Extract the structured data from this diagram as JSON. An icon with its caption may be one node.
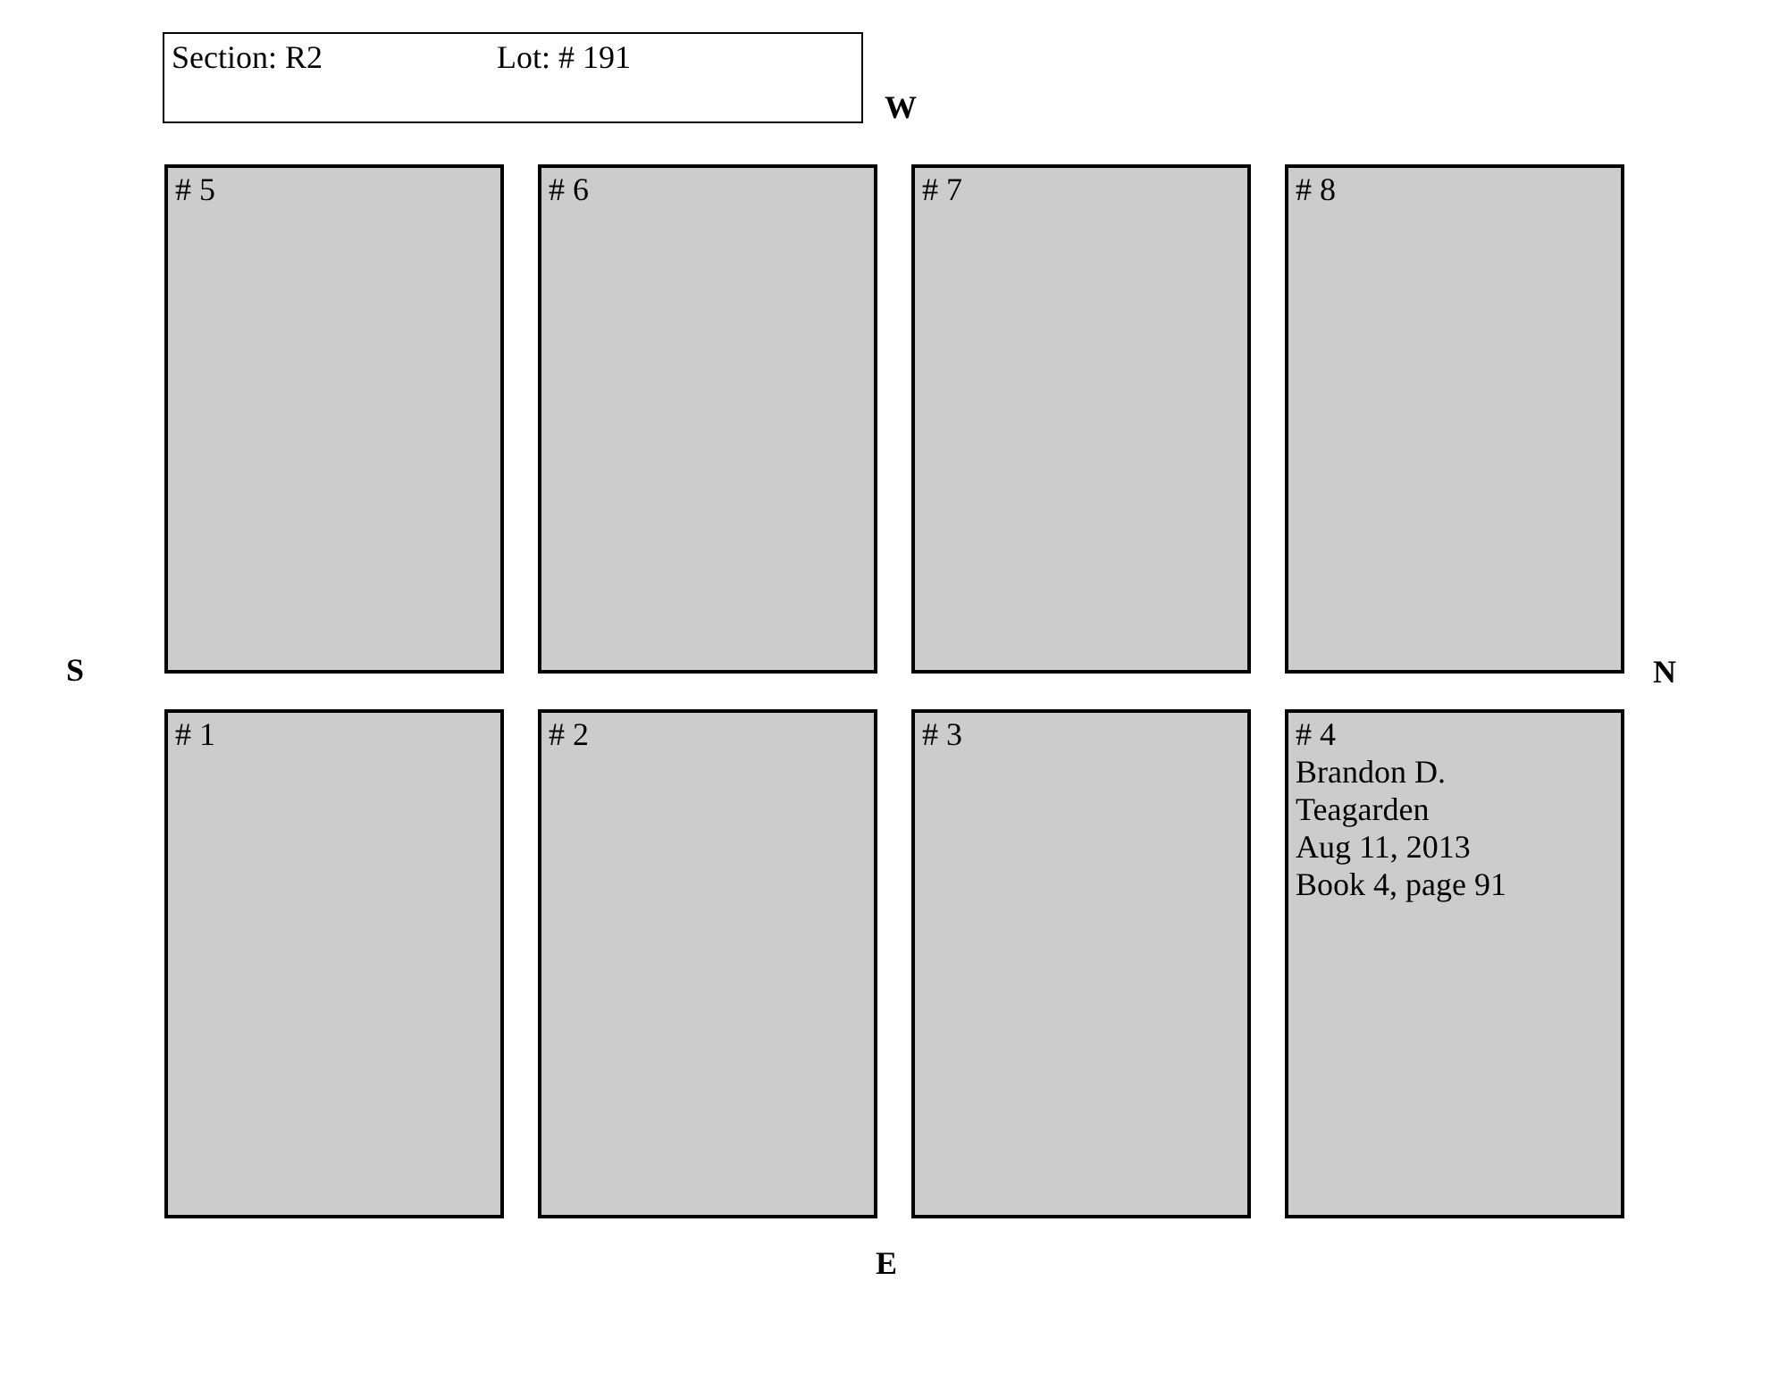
{
  "diagram": {
    "nodes": [
      {
        "text": [
          "Section: R2",
          "Lot: # 191"
        ]
      },
      {
        "text": [
          "# 5"
        ]
      },
      {
        "text": [
          "# 6"
        ]
      },
      {
        "text": [
          "# 7"
        ]
      },
      {
        "text": [
          "# 8"
        ]
      },
      {
        "text": [
          "# 1"
        ]
      },
      {
        "text": [
          "# 2"
        ]
      },
      {
        "text": [
          "# 3"
        ]
      },
      {
        "text": [
          "# 4",
          "Brandon D. Teagarden",
          "Aug 11, 2013",
          "Book 4, page 91"
        ]
      }
    ],
    "labels": [
      "W",
      "S",
      "N",
      "E"
    ]
  }
}
